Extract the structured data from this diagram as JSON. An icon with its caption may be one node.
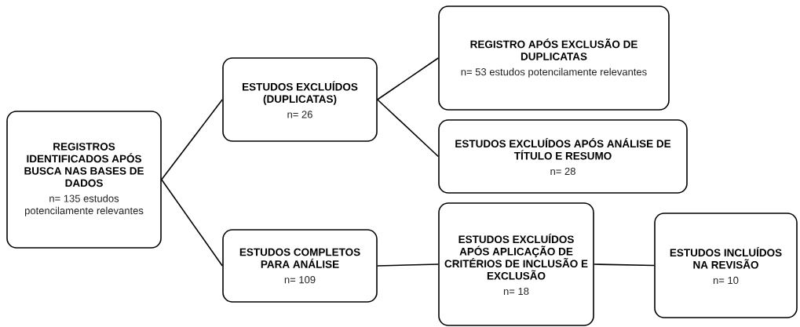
{
  "diagram": {
    "nodes": [
      {
        "text": [
          "REGISTROS IDENTIFICADOS APÓS BUSCA NAS BASES DE DADOS",
          "n= 135 estudos potencilamente relevantes"
        ]
      },
      {
        "text": [
          "ESTUDOS EXCLUÍDOS (DUPLICATAS)",
          "n= 26"
        ]
      },
      {
        "text": [
          "ESTUDOS COMPLETOS PARA ANÁLISE",
          "n= 109"
        ]
      },
      {
        "text": [
          "REGISTRO APÓS EXCLUSÃO DE DUPLICATAS",
          "n= 53 estudos potencilamente relevantes"
        ]
      },
      {
        "text": [
          "ESTUDOS EXCLUÍDOS APÓS ANÁLISE DE TÍTULO E RESUMO",
          "n= 28"
        ]
      },
      {
        "text": [
          "ESTUDOS EXCLUÍDOS APÓS APLICAÇÃO DE CRITÉRIOS DE INCLUSÃO E EXCLUSÃO",
          "n= 18"
        ]
      },
      {
        "text": [
          "ESTUDOS INCLUÍDOS NA REVISÃO",
          "n= 10"
        ]
      }
    ],
    "edges": [
      {
        "from": 0,
        "to": 1,
        "arrow": "none"
      },
      {
        "from": 0,
        "to": 2,
        "arrow": "none"
      },
      {
        "from": 1,
        "to": 3,
        "arrow": "none"
      },
      {
        "from": 1,
        "to": 4,
        "arrow": "none"
      },
      {
        "from": 2,
        "to": 5,
        "arrow": "none"
      },
      {
        "from": 5,
        "to": 6,
        "arrow": "none"
      }
    ]
  }
}
